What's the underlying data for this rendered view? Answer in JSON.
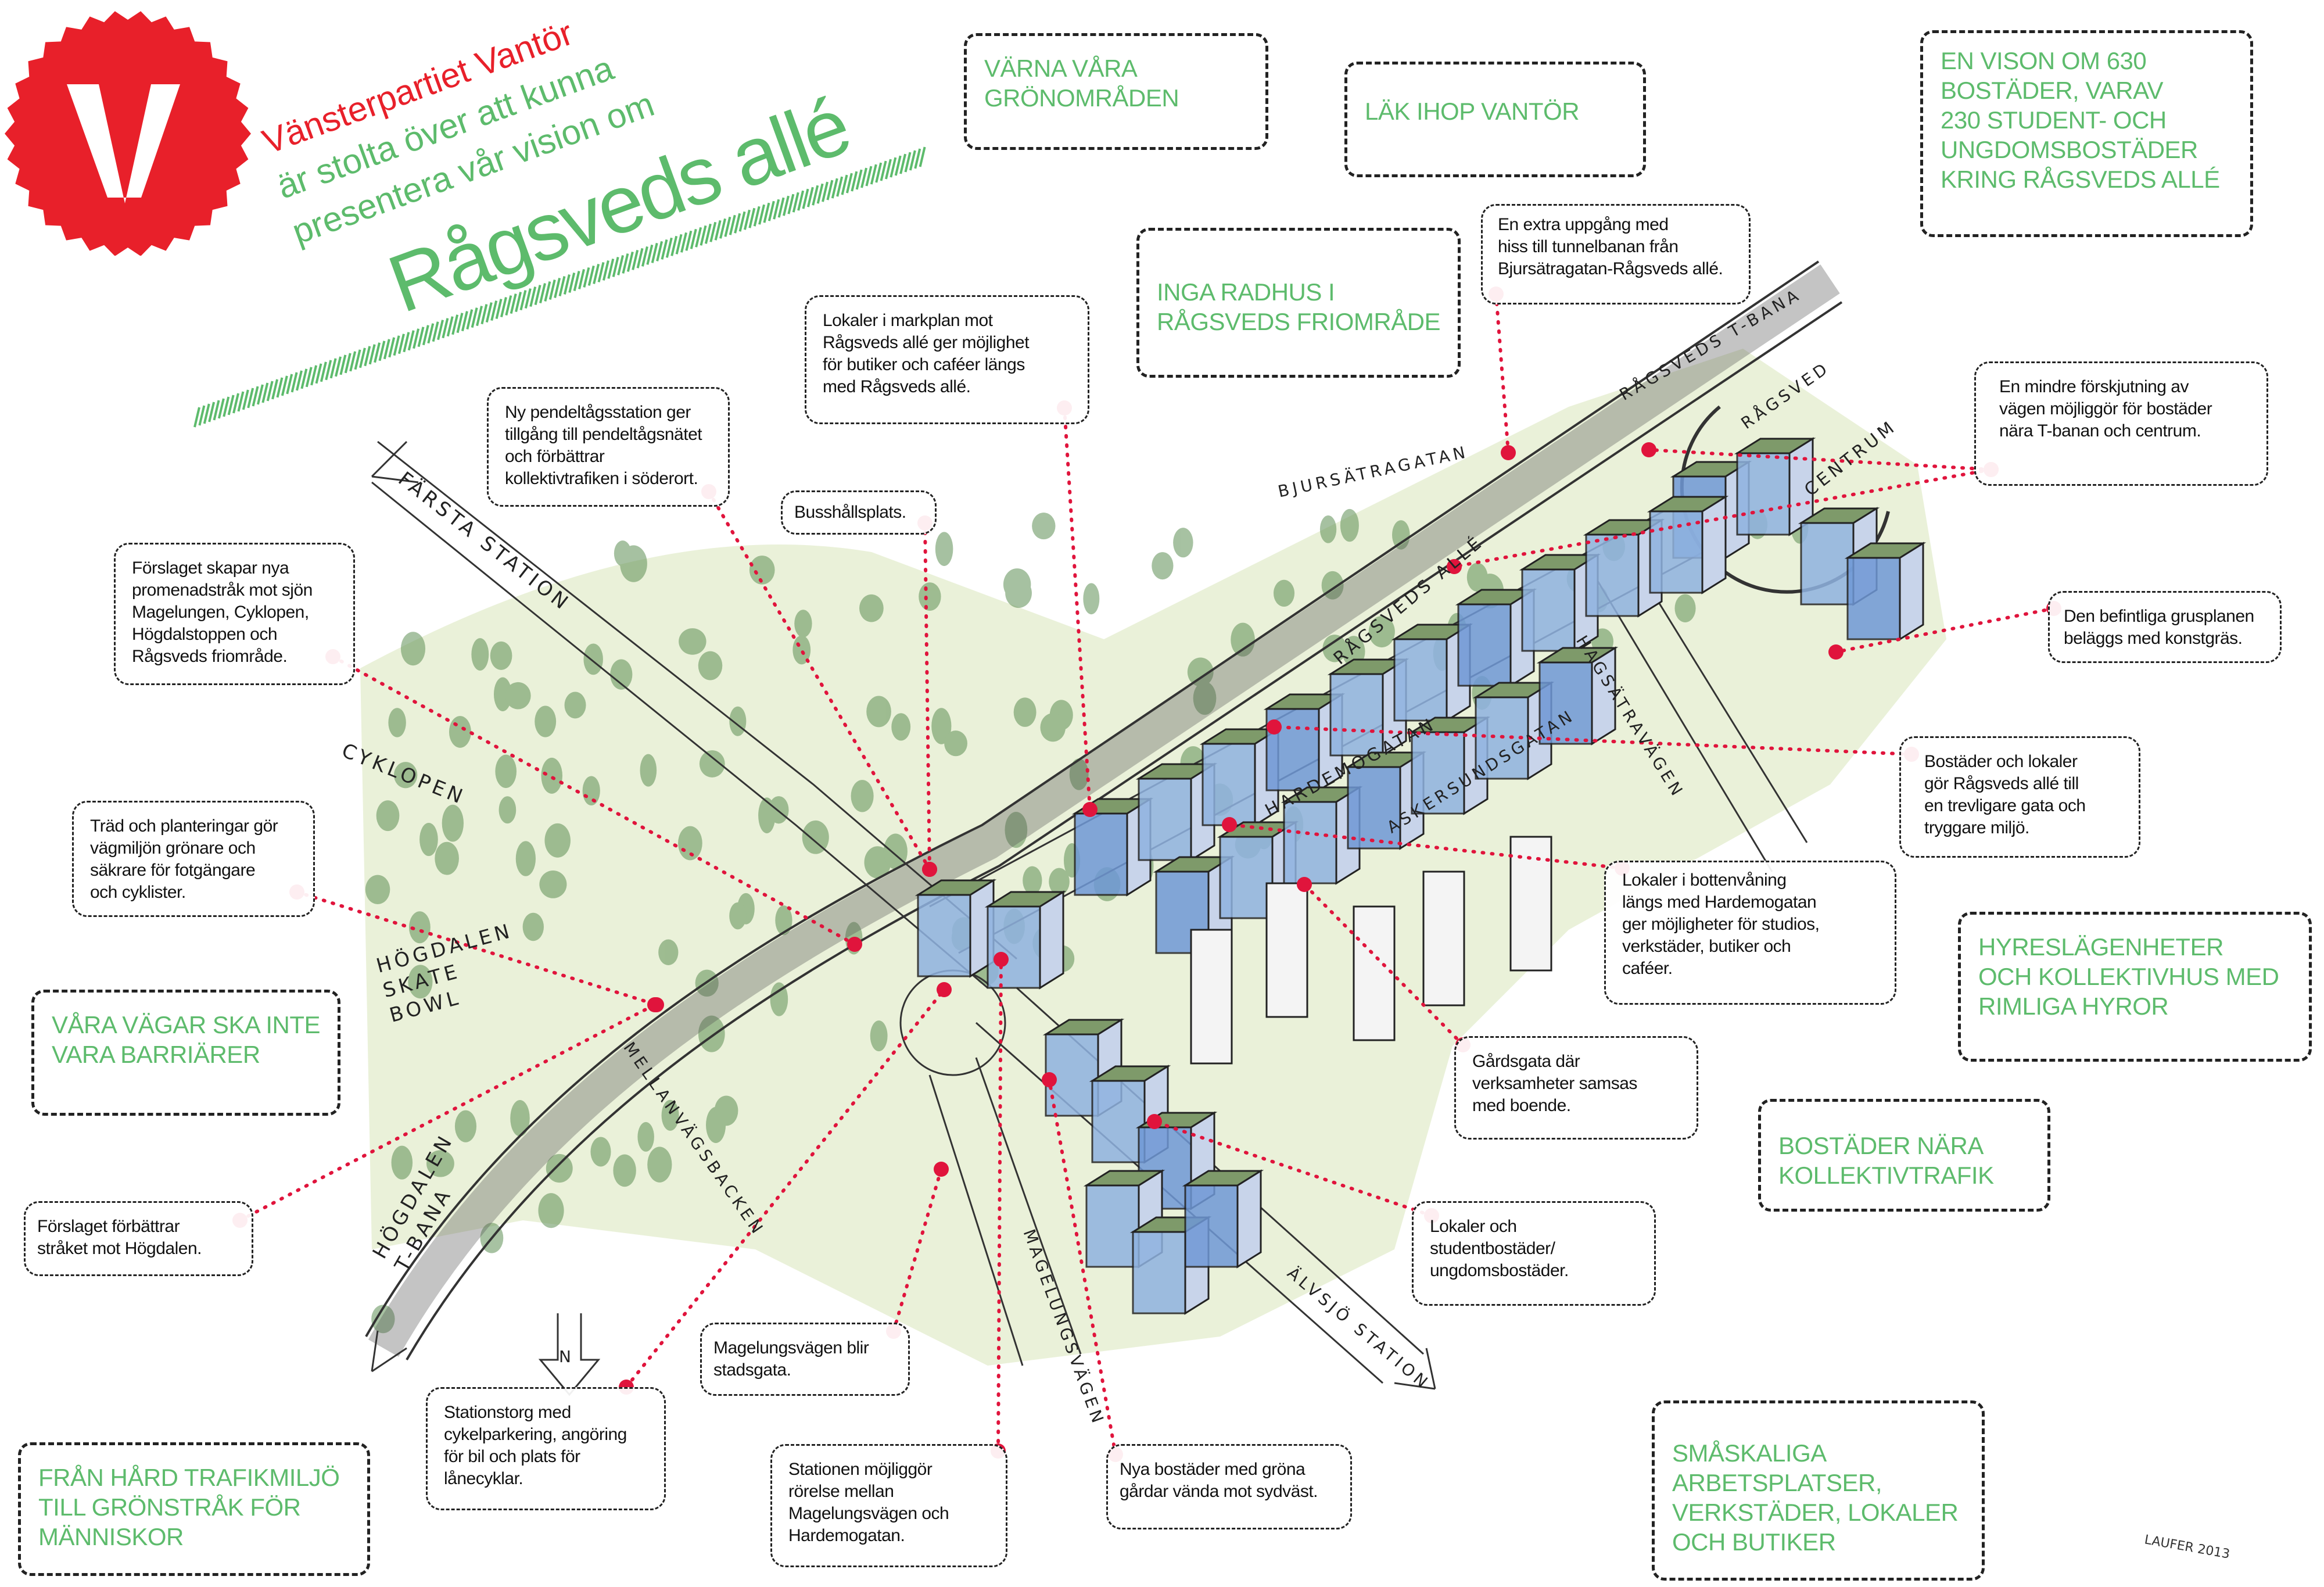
{
  "header": {
    "party_line": "Vänsterpartiet Vantör",
    "line2": "är stolta över att kunna",
    "line3": "presentera vår vision om",
    "project_title": "Rågsveds allé",
    "logo_letter": "V"
  },
  "colors": {
    "party_red": "#e8202a",
    "accent_green": "#5dbb6c",
    "dot_red": "#e0143c",
    "building_blue": "#3b74c4"
  },
  "slogans": [
    "VÄRNA VÅRA\nGRÖNOMRÅDEN",
    "LÄK IHOP VANTÖR",
    "EN VISON OM 630\nBOSTÄDER, VARAV\n230 STUDENT- OCH\nUNGDOMSBOSTÄDER\nKRING RÅGSVEDS ALLÉ",
    "INGA RADHUS I\nRÅGSVEDS FRIOMRÅDE",
    "HYRESLÄGENHETER\nOCH KOLLEKTIVHUS MED\nRIMLIGA HYROR",
    "BOSTÄDER NÄRA\nKOLLEKTIVTRAFIK",
    "SMÅSKALIGA\nARBETSPLATSER,\nVERKSTÄDER, LOKALER\nOCH BUTIKER",
    "VÅRA VÄGAR SKA INTE\nVARA BARRIÄRER",
    "FRÅN HÅRD TRAFIKMILJÖ\nTILL GRÖNSTRÅK FÖR\nMÄNNISKOR"
  ],
  "notes": [
    "Lokaler i markplan mot\nRågsveds allé ger möjlighet\nför butiker och caféer längs\nmed Rågsveds allé.",
    "Ny pendeltågsstation ger\ntillgång till pendeltågsnätet\noch förbättrar\nkollektivtrafiken i söderort.",
    "Busshållsplats.",
    "Förslaget skapar nya\npromenadstråk mot sjön\nMagelungen, Cyklopen,\nHögdalstoppen och\nRågsveds friområde.",
    "Träd och planteringar gör\nvägmiljön grönare och\nsäkrare för fotgängare\noch cyklister.",
    "Förslaget förbättrar\nstråket mot Högdalen.",
    "Stationstorg med\ncykelparkering, angöring\nför bil och plats för\nlånecyklar.",
    "Magelungsvägen blir\nstadsgata.",
    "Stationen möjliggör\nrörelse mellan\nMagelungsvägen och\nHardemogatan.",
    "Nya bostäder med gröna\ngårdar vända mot sydväst.",
    "Lokaler och\nstudentbostäder/\nungdomsbostäder.",
    "Gårdsgata där\nverksamheter samsas\nmed boende.",
    "Lokaler i bottenvåning\nlängs med Hardemogatan\nger möjligheter för studios,\nverkstäder, butiker och\ncaféer.",
    "Bostäder och lokaler\ngör Rågsveds allé till\nen trevligare gata och\ntryggare miljö.",
    "Den befintliga grusplanen\nbeläggs med konstgräs.",
    "En mindre förskjutning av\nvägen möjliggör för bostäder\nnära T-banan och centrum.",
    "En extra uppgång med\nhiss till tunnelbanan från\nBjursätragatan-Rågsveds allé."
  ],
  "map_labels": [
    "FÄRSTA STATION",
    "CYKLOPEN",
    "HÖGDALEN\nSKATE\nBOWL",
    "MELLANVÄGSBACKEN",
    "HÖGDALEN\nT-BANA",
    "N",
    "MAGELUNGSVÄGEN",
    "ÄLVSJÖ STATION",
    "HARDEMOGATAN",
    "ASKERSUNDSGATAN",
    "RÅGSVEDS ALLÉ",
    "HAGSÄTRAVÄGEN",
    "BJURSÄTRAGATAN",
    "RÅGSVEDS T-BANA",
    "RÅGSVED",
    "CENTRUM"
  ],
  "signature": "LAUFER 2013"
}
